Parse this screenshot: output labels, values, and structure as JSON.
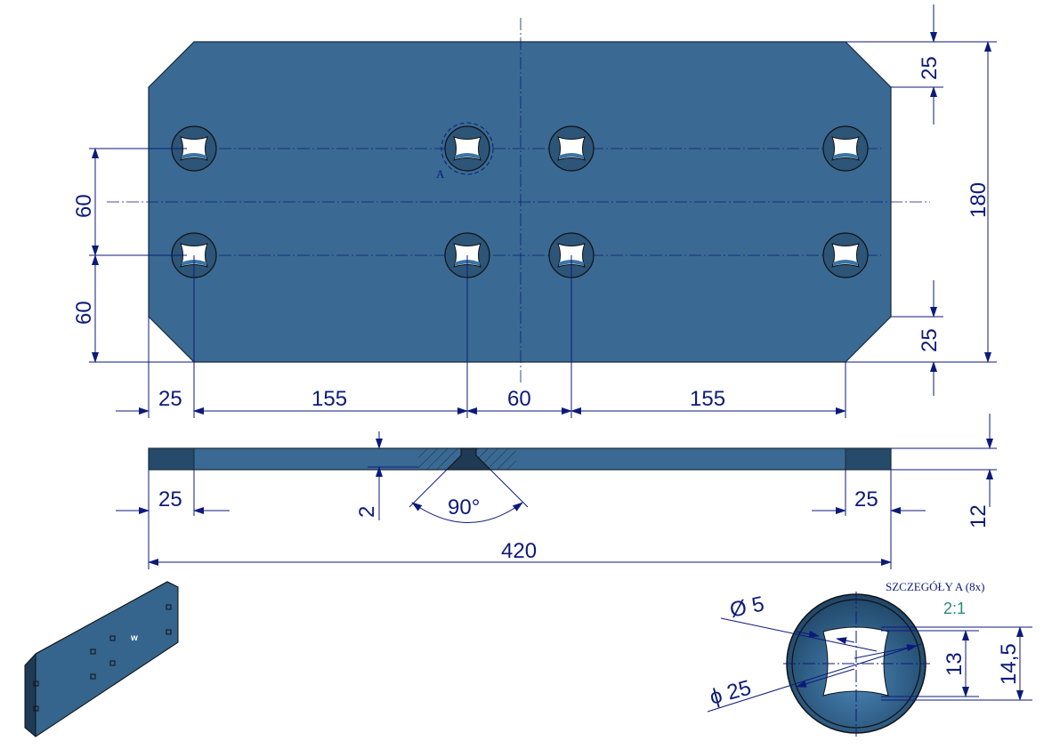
{
  "top_view": {
    "dims": {
      "chamfer_top": "25",
      "chamfer_bottom": "25",
      "height": "180",
      "pitch_upper": "60",
      "pitch_lower": "60",
      "left_offset": "25",
      "span_left": "155",
      "center_gap": "60",
      "span_right": "155"
    },
    "detail_marker": "A"
  },
  "side_view": {
    "dims": {
      "left_chamfer": "25",
      "right_chamfer": "25",
      "countersink_depth": "2",
      "countersink_angle": "90°",
      "thickness": "12",
      "length": "420"
    }
  },
  "detail_view": {
    "title": "SZCZEGÓŁY A (8x)",
    "scale": "2:1",
    "dims": {
      "small_dia": "Ø 5",
      "large_dia": "ϕ 25",
      "inner": "13",
      "outer": "14,5"
    }
  },
  "colors": {
    "plate": "#3a6a93",
    "dimension": "#0c1a7a",
    "scale": "#2a8a7a"
  }
}
